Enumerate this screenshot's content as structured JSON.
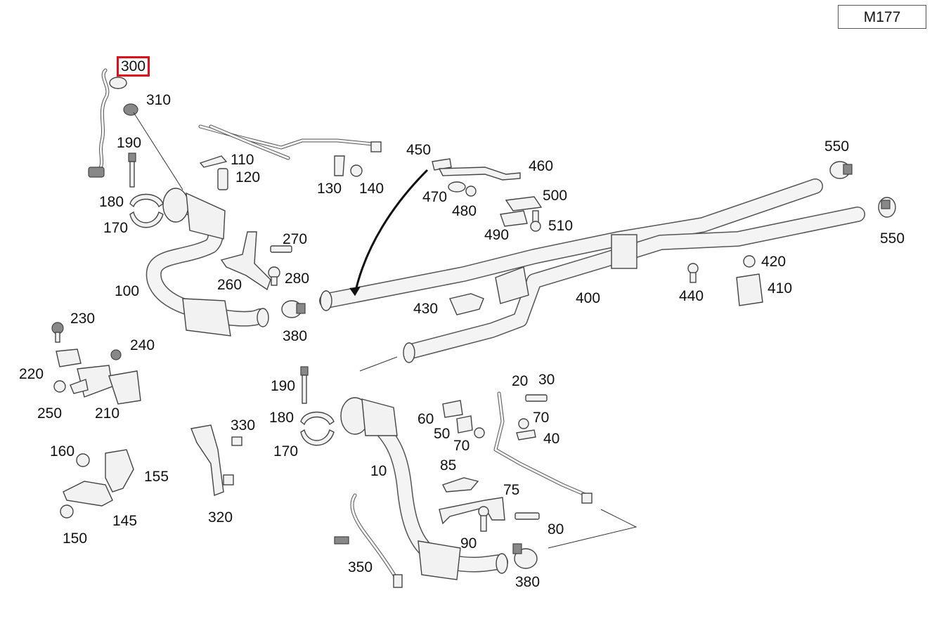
{
  "model": "M177",
  "highlighted_part": "300",
  "labels": {
    "p300": "300",
    "p310": "310",
    "p190a": "190",
    "p180a": "180",
    "p170a": "170",
    "p100": "100",
    "p110": "110",
    "p120": "120",
    "p130": "130",
    "p140": "140",
    "p270": "270",
    "p260": "260",
    "p280": "280",
    "p380a": "380",
    "p230": "230",
    "p240": "240",
    "p220": "220",
    "p250": "250",
    "p210": "210",
    "p160": "160",
    "p155": "155",
    "p145": "145",
    "p150": "150",
    "p330": "330",
    "p320": "320",
    "p450": "450",
    "p460": "460",
    "p470": "470",
    "p480": "480",
    "p500": "500",
    "p490": "490",
    "p510": "510",
    "p430": "430",
    "p400": "400",
    "p550a": "550",
    "p550b": "550",
    "p420": "420",
    "p410": "410",
    "p440": "440",
    "p190b": "190",
    "p180b": "180",
    "p170b": "170",
    "p10": "10",
    "p60": "60",
    "p50": "50",
    "p70a": "70",
    "p20": "20",
    "p30": "30",
    "p70b": "70",
    "p40": "40",
    "p85": "85",
    "p75": "75",
    "p80": "80",
    "p90": "90",
    "p350": "350",
    "p380b": "380"
  }
}
